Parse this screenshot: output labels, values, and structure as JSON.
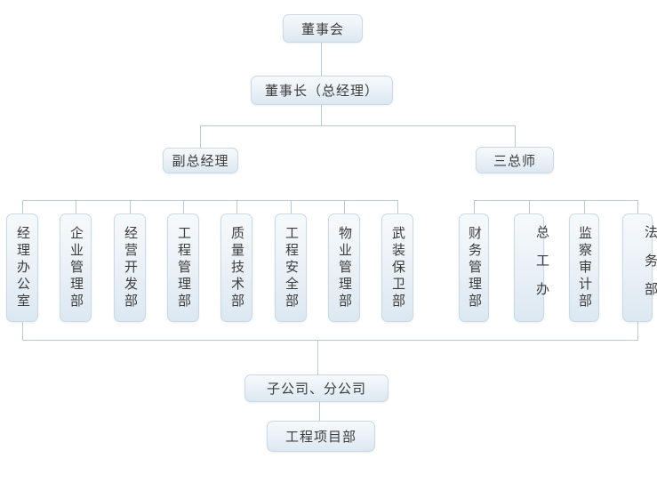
{
  "palette": {
    "background": "#ffffff",
    "box_border": "#c9d9e6",
    "box_fill_top": "#f7fafc",
    "box_fill_bottom": "#dce8f1",
    "connector_line": "#b7c9d9",
    "text": "#3c3c3c"
  },
  "org_chart": {
    "root": {
      "label": "董事会"
    },
    "chairman": {
      "label": "董事长（总经理）"
    },
    "branches": [
      {
        "label": "副总经理",
        "departments": [
          "经理办公室",
          "企业管理部",
          "经营开发部",
          "工程管理部",
          "质量技术部",
          "工程安全部",
          "物业管理部",
          "武装保卫部"
        ]
      },
      {
        "label": "三总师",
        "departments": [
          "财务管理部",
          "总工办",
          "监察审计部",
          "法务部"
        ]
      }
    ],
    "subsidiaries": {
      "label": "子公司、分公司"
    },
    "project_dept": {
      "label": "工程项目部"
    }
  }
}
